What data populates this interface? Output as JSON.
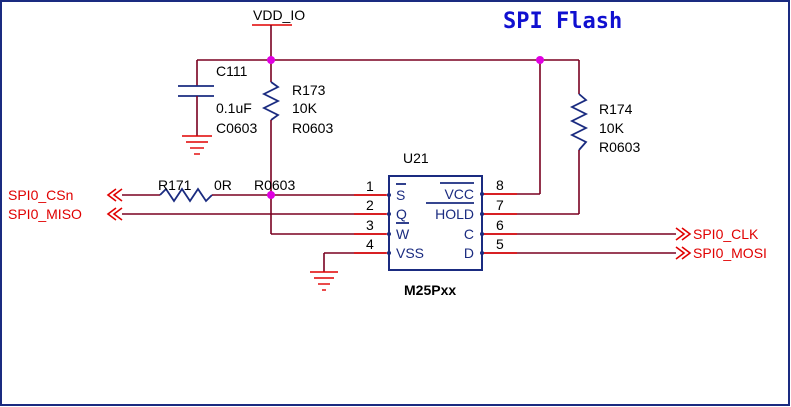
{
  "title": "SPI Flash",
  "power_net": "VDD_IO",
  "capacitor": {
    "ref": "C111",
    "value": "0.1uF",
    "package": "C0603"
  },
  "r173": {
    "ref": "R173",
    "value": "10K",
    "package": "R0603"
  },
  "r174": {
    "ref": "R174",
    "value": "10K",
    "package": "R0603"
  },
  "r171": {
    "ref": "R171",
    "value": "0R",
    "package": "R0603"
  },
  "chip": {
    "ref": "U21",
    "part": "M25Pxx",
    "left_pins": [
      {
        "num": "1",
        "name": "S"
      },
      {
        "num": "2",
        "name": "Q"
      },
      {
        "num": "3",
        "name": "W"
      },
      {
        "num": "4",
        "name": "VSS"
      }
    ],
    "right_pins": [
      {
        "num": "8",
        "name": "VCC"
      },
      {
        "num": "7",
        "name": "HOLD"
      },
      {
        "num": "6",
        "name": "C"
      },
      {
        "num": "5",
        "name": "D"
      }
    ]
  },
  "nets": {
    "cs": "SPI0_CSn",
    "miso": "SPI0_MISO",
    "clk": "SPI0_CLK",
    "mosi": "SPI0_MOSI"
  },
  "colors": {
    "wire": "#7a0020",
    "pin": "#e00000",
    "chip": "#1a2b80",
    "junction": "#e000e0",
    "title": "#1010d0"
  }
}
